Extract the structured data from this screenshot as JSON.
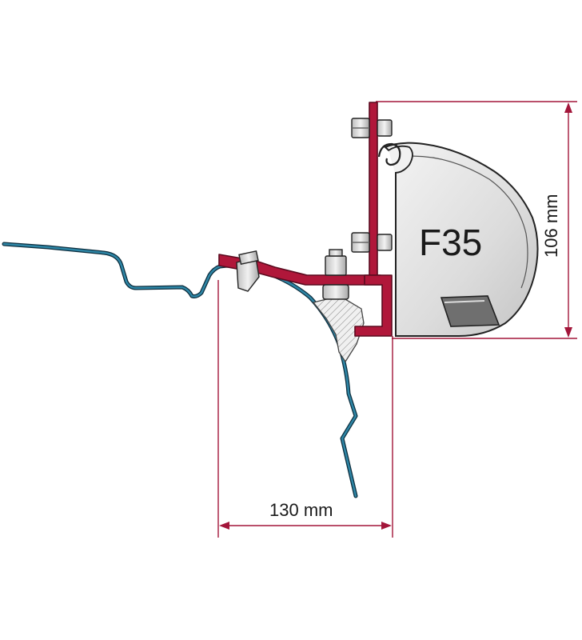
{
  "diagram": {
    "product_label": "F35",
    "height_label": "106 mm",
    "width_label": "130 mm"
  },
  "colors": {
    "bracket": "#b0173a",
    "bracket_outline": "#5a0a1e",
    "dimension": "#a3163a",
    "body_panel": "#1f6e8c",
    "body_outline": "#0c2d3d",
    "awning_fill": "#e8e8e8",
    "awning_outline": "#222222",
    "hardware": "#d8d8d8"
  },
  "icons": [
    "bolt-icon",
    "nut-icon"
  ]
}
